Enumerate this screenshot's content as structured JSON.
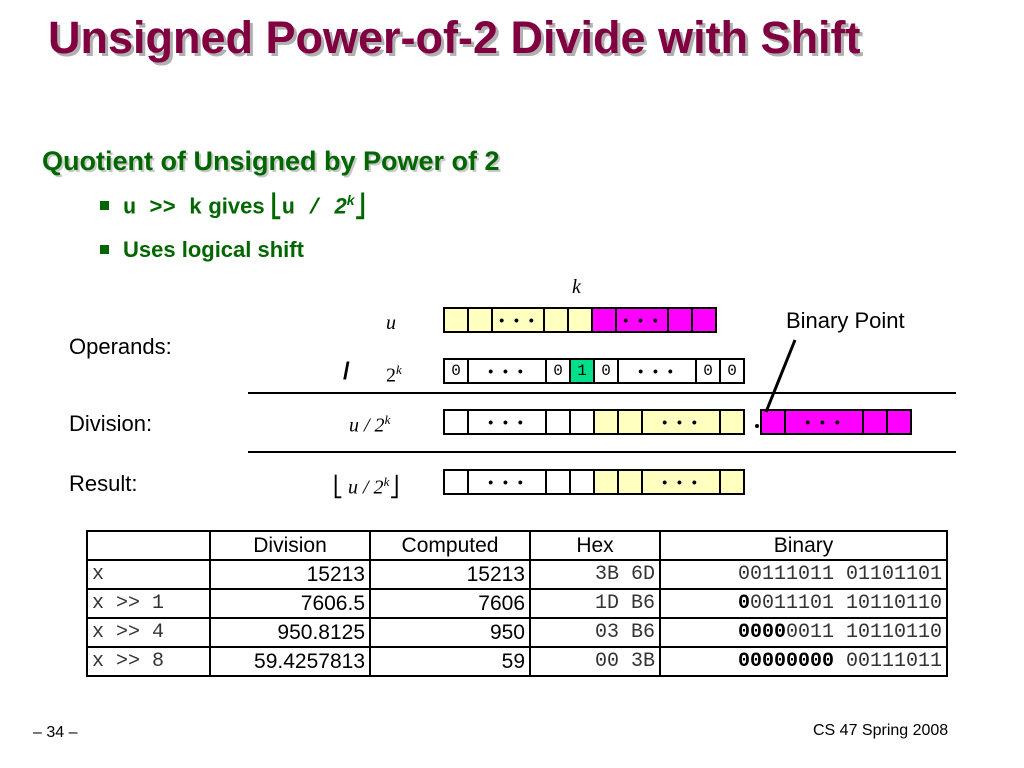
{
  "title": "Unsigned Power-of-2 Divide with Shift",
  "subtitle": "Quotient of Unsigned by Power of 2",
  "bullets": {
    "b1_code": "u >> k",
    "b1_gives": "gives",
    "b1_floor_left": "⎣",
    "b1_u": "u / ",
    "b1_two": "2",
    "b1_k": "k",
    "b1_floor_right": "⎦",
    "b2": "Uses logical shift"
  },
  "diagram": {
    "k_label": "k",
    "u_label": "u",
    "operands_label": "Operands:",
    "divide_symbol": "/",
    "two": "2",
    "k_sup": "k",
    "division_label": "Division:",
    "u_div": "u / 2",
    "result_label": "Result:",
    "floor_left": "⎣",
    "floor_right": "⎦",
    "binary_point": "Binary Point",
    "dots": "• • •",
    "zero": "0",
    "one": "1"
  },
  "table": {
    "headers": [
      "",
      "Division",
      "Computed",
      "Hex",
      "Binary"
    ],
    "rows": [
      {
        "expr": "x",
        "division": "15213",
        "computed": "15213",
        "hex": "3B 6D",
        "bin_bold": "",
        "bin_rest": "00111011 01101101"
      },
      {
        "expr": "x >> 1",
        "division": "7606.5",
        "computed": "7606",
        "hex": "1D B6",
        "bin_bold": "0",
        "bin_rest": "0011101 10110110"
      },
      {
        "expr": "x >> 4",
        "division": "950.8125",
        "computed": "950",
        "hex": "03 B6",
        "bin_bold": "0000",
        "bin_rest": "0011 10110110"
      },
      {
        "expr": "x >> 8",
        "division": "59.4257813",
        "computed": "59",
        "hex": "00 3B",
        "bin_bold": "00000000",
        "bin_rest": " 00111011"
      }
    ]
  },
  "footer": {
    "page": "– 34 –",
    "course": "CS 47 Spring 2008"
  },
  "colors": {
    "title": "#800040",
    "subtitle": "#006600",
    "cell_yellow": "#ffffc0",
    "cell_magenta": "#ff00ff",
    "cell_green": "#00e08a"
  }
}
